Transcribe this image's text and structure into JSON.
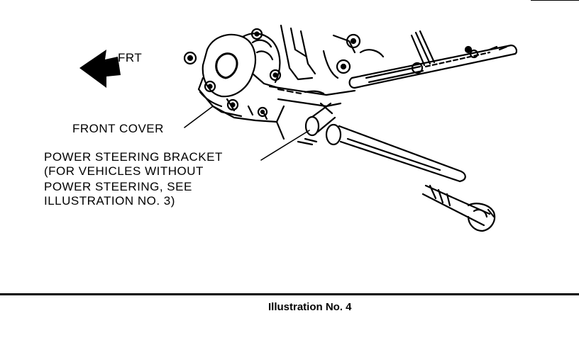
{
  "labels": {
    "direction": "FRT",
    "front_cover": "FRONT COVER",
    "bracket_line1": "POWER STEERING BRACKET",
    "bracket_line2": "(FOR VEHICLES WITHOUT",
    "bracket_line3": "POWER STEERING, SEE",
    "bracket_line4": "ILLUSTRATION NO. 3)"
  },
  "caption": "Illustration No. 4",
  "icons": {
    "direction_arrow": "arrow-left-icon"
  },
  "colors": {
    "ink": "#000000",
    "paper": "#ffffff"
  }
}
